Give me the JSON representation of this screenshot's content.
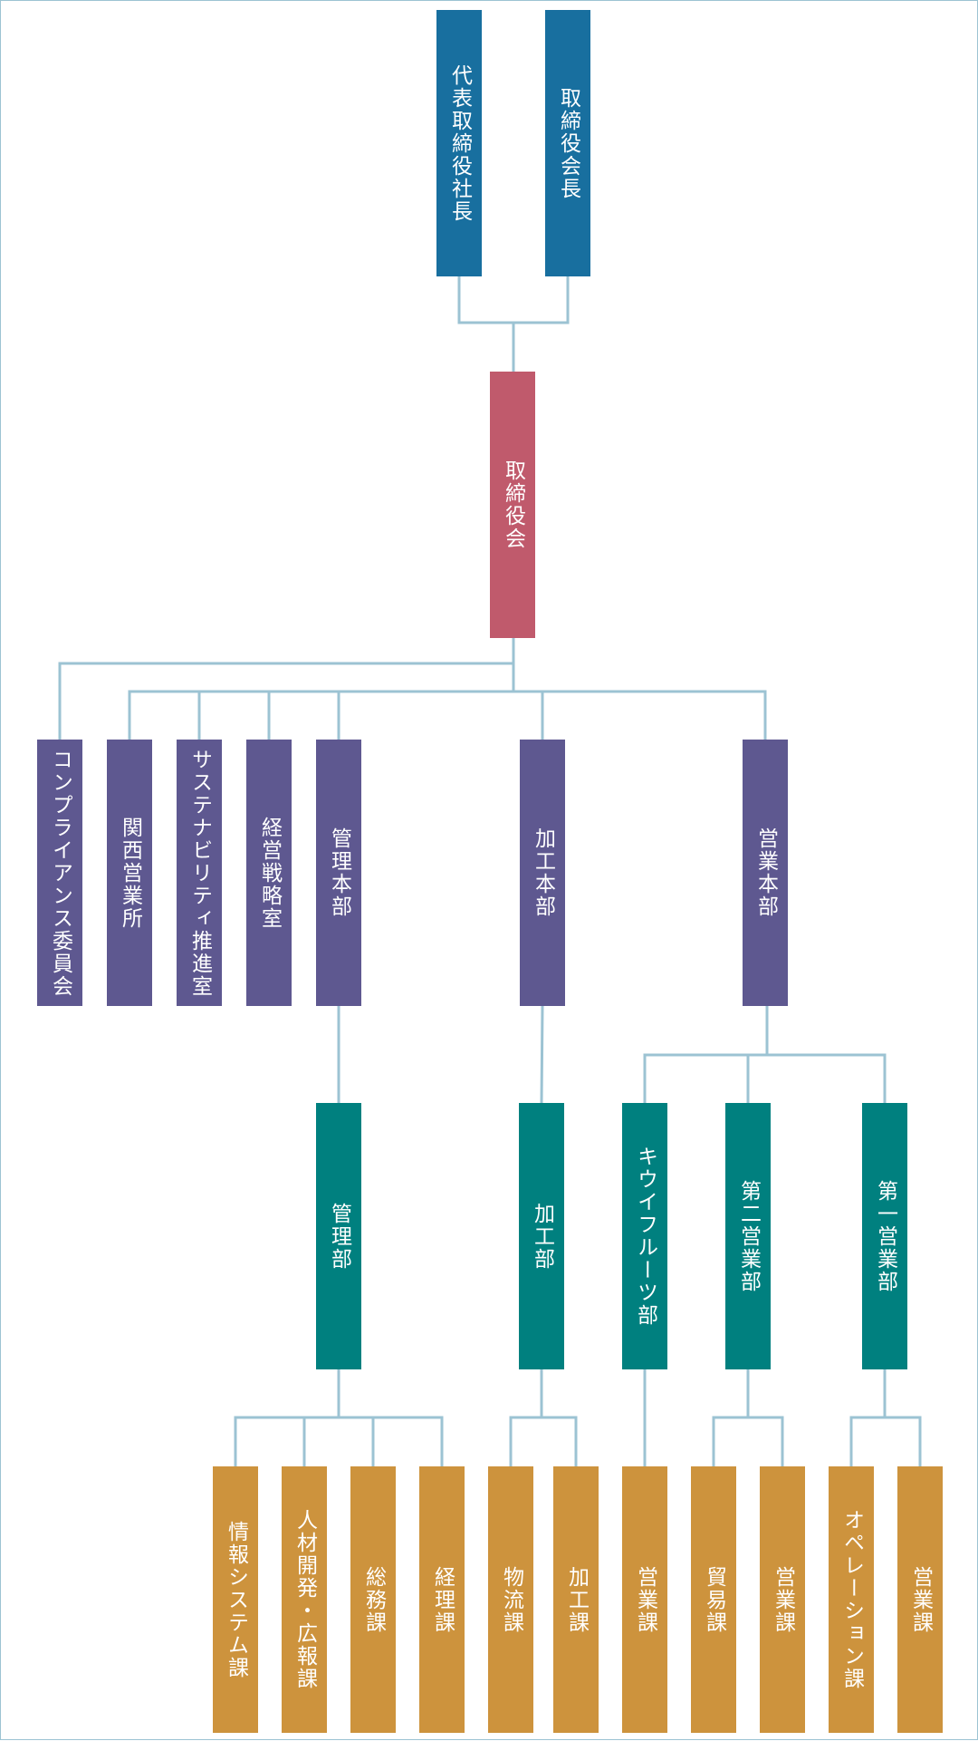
{
  "colors": {
    "line": "#9cc3d3",
    "executive": "#186f9f",
    "board": "#c05a6c",
    "division": "#5e5890",
    "department": "#00807f",
    "section": "#cd933d"
  },
  "executives": {
    "president": "代表取締役社長",
    "chairman": "取締役会長"
  },
  "board": "取締役会",
  "divisions": {
    "compliance": "コンプライアンス委員会",
    "kansai": "関西営業所",
    "sustainability": "サステナビリティ推進室",
    "strategy": "経営戦略室",
    "admin_hq": "管理本部",
    "processing_hq": "加工本部",
    "sales_hq": "営業本部"
  },
  "departments": {
    "admin": "管理部",
    "processing": "加工部",
    "kiwi": "キウイフルーツ部",
    "sales2": "第二営業部",
    "sales1": "第一営業部"
  },
  "sections": {
    "it": "情報システム課",
    "hr_pr": "人材開発・広報課",
    "general": "総務課",
    "accounting": "経理課",
    "logistics": "物流課",
    "processing": "加工課",
    "kiwi_sales": "営業課",
    "trade": "貿易課",
    "sales2_sales": "営業課",
    "operations": "オペレーション課",
    "sales1_sales": "営業課"
  }
}
